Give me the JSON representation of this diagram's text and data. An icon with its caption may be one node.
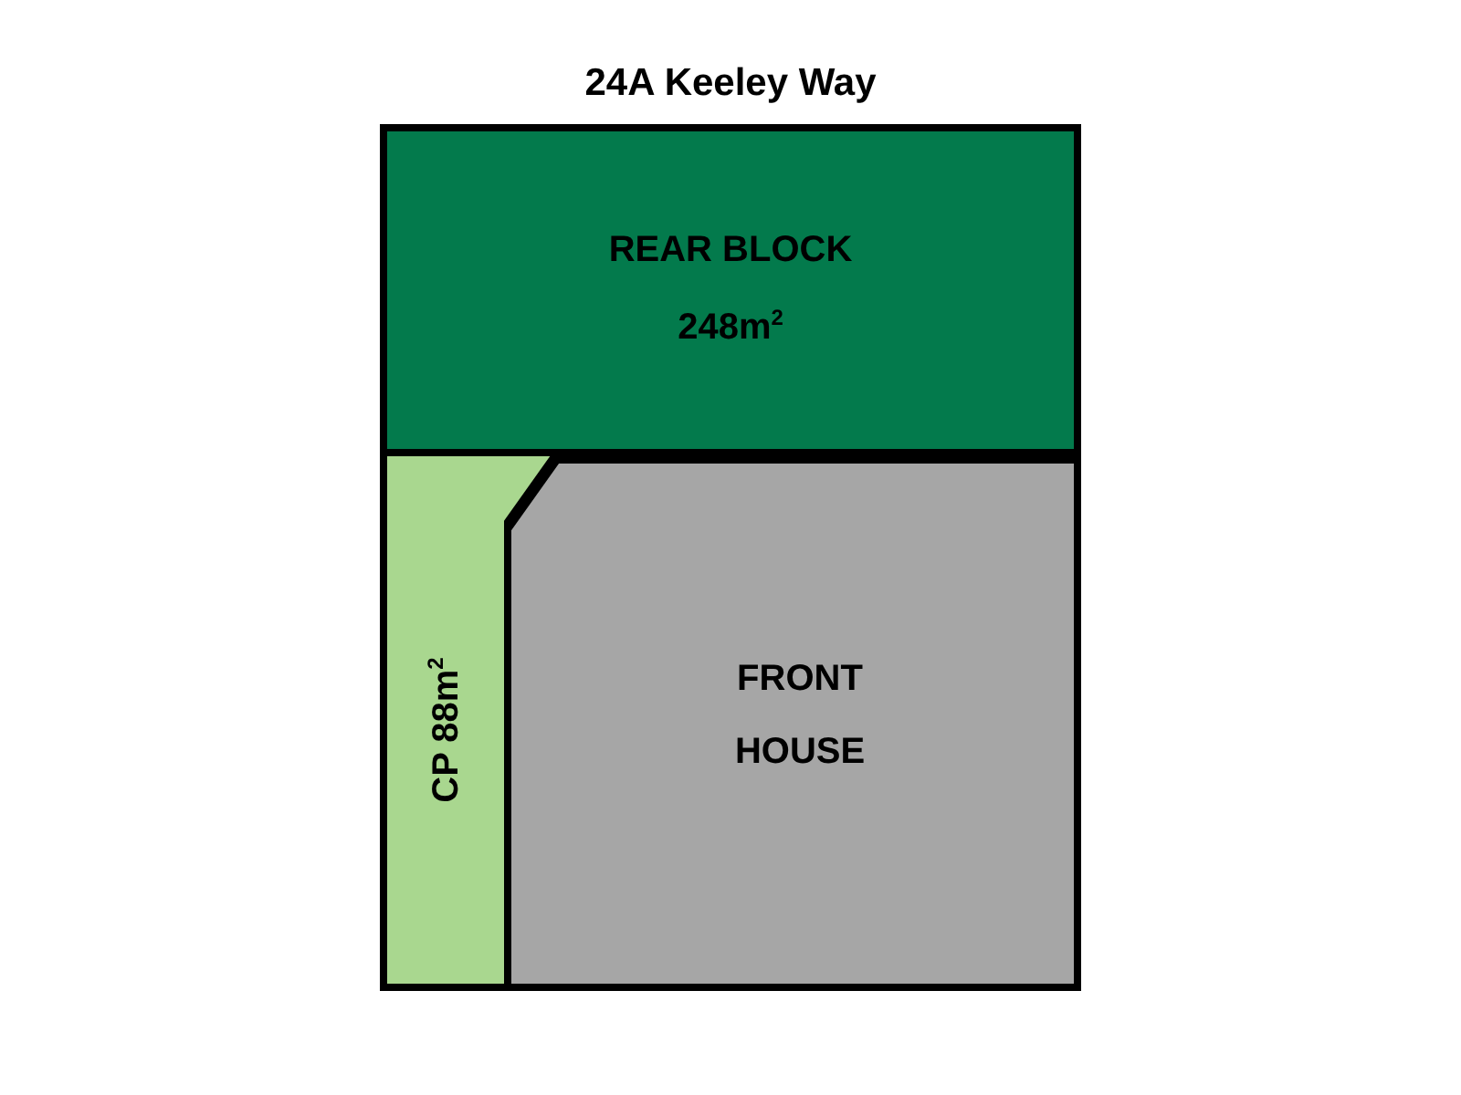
{
  "diagram": {
    "title": "24A Keeley Way",
    "nodes": [
      {
        "text": [
          "REAR BLOCK",
          "248m$^{2}$"
        ]
      },
      {
        "text": [
          "CP 88m$^{2}$"
        ]
      },
      {
        "text": [
          "FRONT HOUSE"
        ]
      }
    ]
  }
}
